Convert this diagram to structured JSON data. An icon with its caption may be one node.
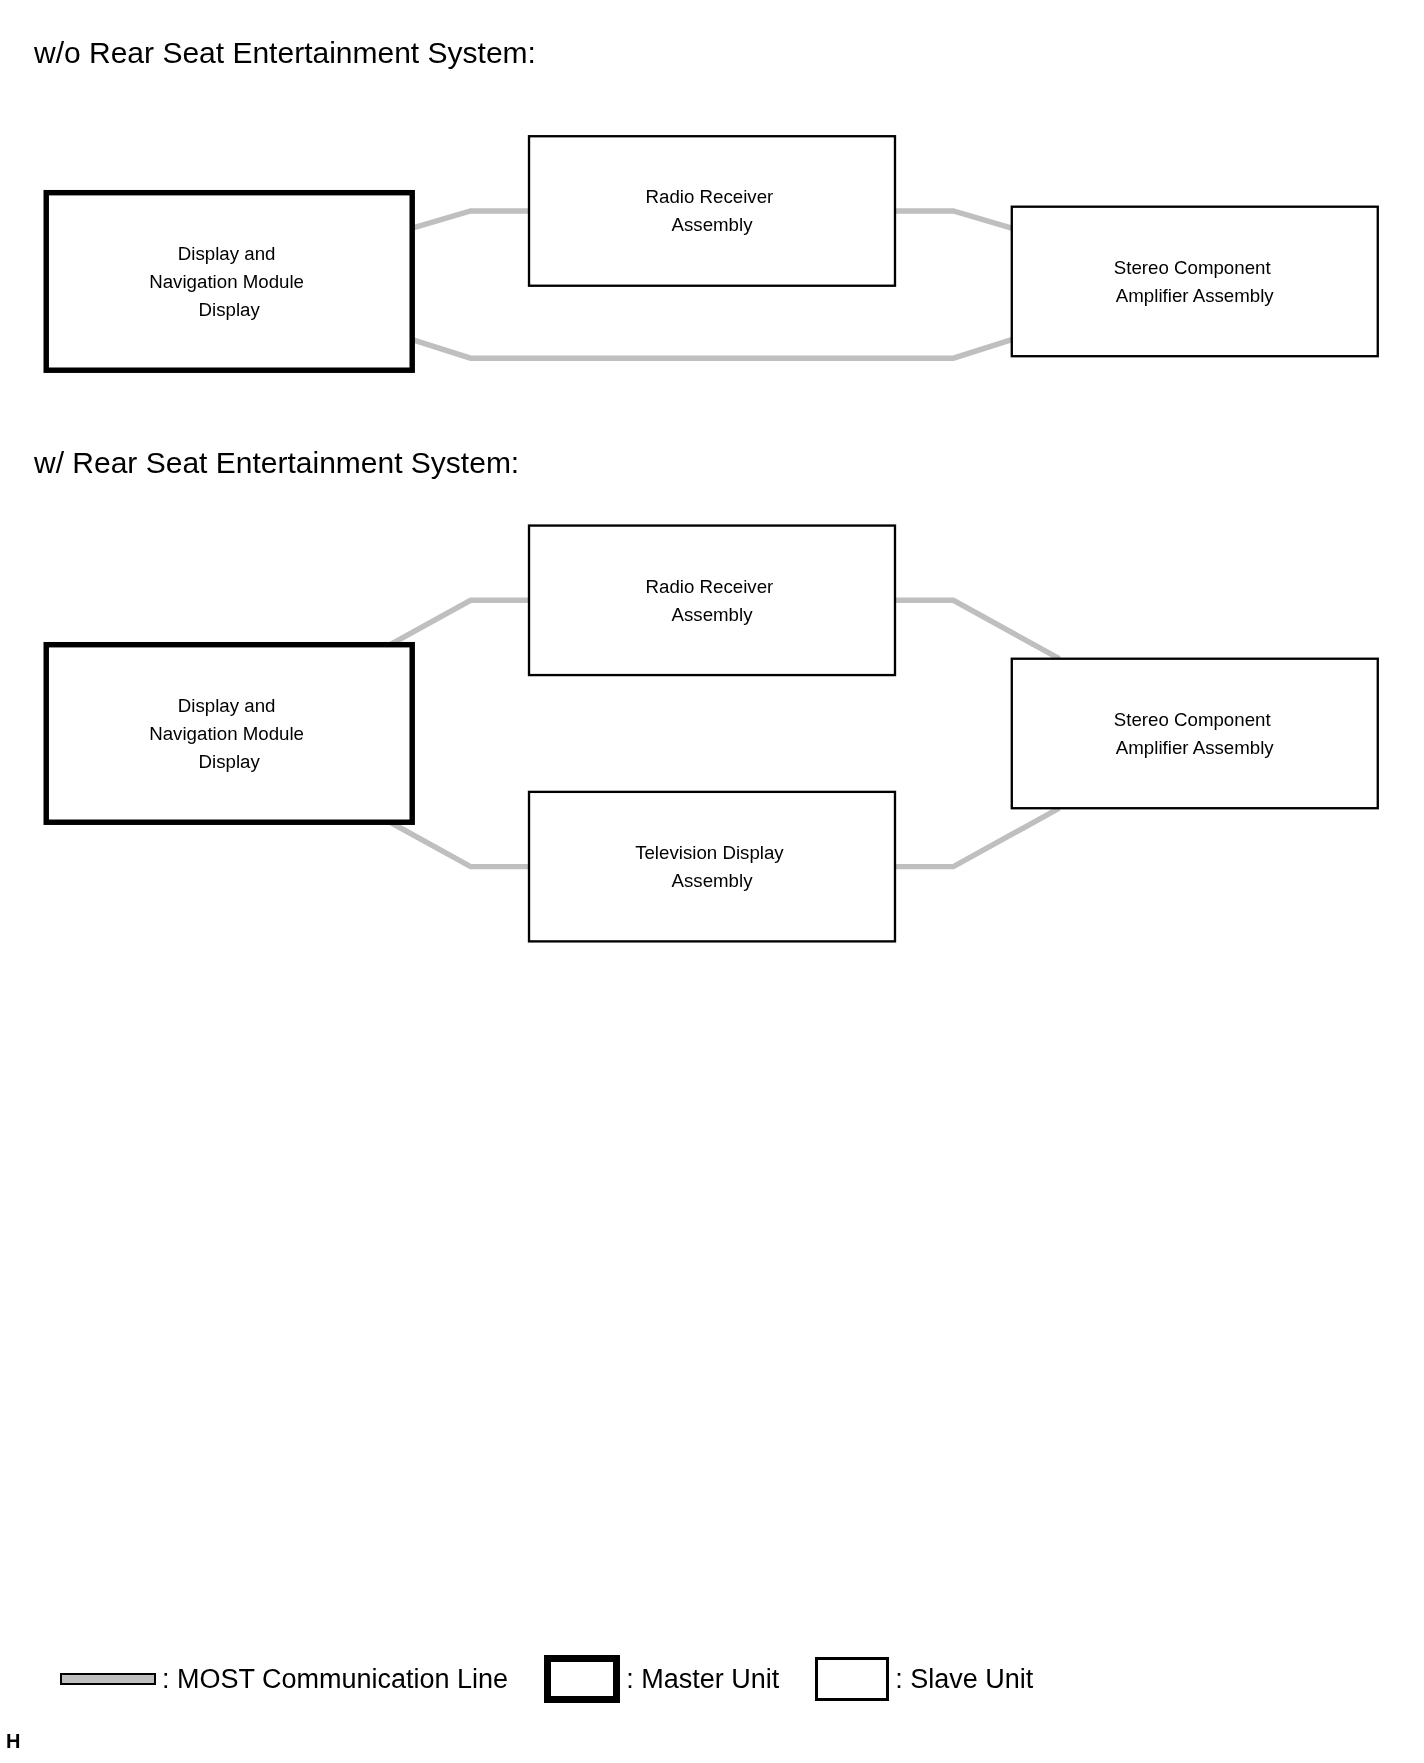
{
  "diagram": {
    "nodes": [
      {
        "text": [
          "Display and Navigation Module Display"
        ]
      },
      {
        "text": [
          "Radio Receiver Assembly"
        ]
      },
      {
        "text": [
          "Stereo Component Amplifier Assembly"
        ]
      },
      {
        "text": [
          "Display and Navigation Module Display"
        ]
      },
      {
        "text": [
          "Radio Receiver Assembly"
        ]
      },
      {
        "text": [
          "Television Display Assembly"
        ]
      },
      {
        "text": [
          "Stereo Component Amplifier Assembly"
        ]
      }
    ],
    "edges": [
      {
        "from": 0,
        "to": 1,
        "arrow": "none"
      },
      {
        "from": 1,
        "to": 2,
        "arrow": "none"
      },
      {
        "from": 0,
        "to": 2,
        "arrow": "none"
      },
      {
        "from": 3,
        "to": 4,
        "arrow": "none"
      },
      {
        "from": 4,
        "to": 6,
        "arrow": "none"
      },
      {
        "from": 3,
        "to": 5,
        "arrow": "none"
      },
      {
        "from": 5,
        "to": 6,
        "arrow": "none"
      }
    ],
    "labels": [
      "w/o Rear Seat Entertainment System:",
      "w/ Rear Seat Entertainment System:",
      "H"
    ],
    "legend": [
      {
        "text": ": MOST Communication Line"
      },
      {
        "text": ": Master Unit"
      },
      {
        "text": ": Slave Unit"
      }
    ]
  }
}
